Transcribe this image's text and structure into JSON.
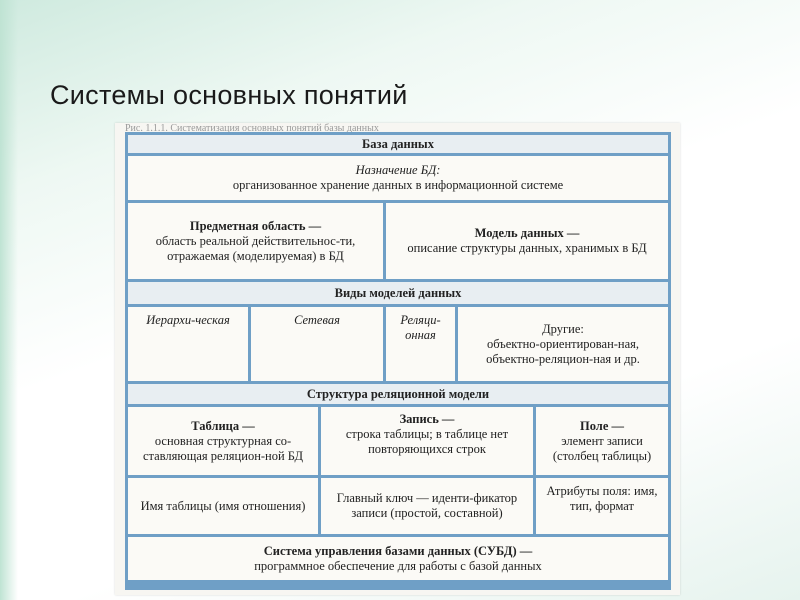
{
  "slide": {
    "title": "Системы основных понятий"
  },
  "scan": {
    "faded_text": "Рис. 1.1.1. Систематизация основных понятий базы данных"
  },
  "diagram": {
    "header": "База данных",
    "purpose": {
      "title": "Назначение БД:",
      "text": "организованное хранение данных в информационной системе"
    },
    "subject_area": {
      "title": "Предметная область —",
      "text": "область реальной действительнос-ти, отражаемая (моделируемая) в БД"
    },
    "data_model": {
      "title": "Модель данных —",
      "text": "описание структуры данных, хранимых в БД"
    },
    "model_types": {
      "header": "Виды моделей данных",
      "hierarchical": "Иерархи-ческая",
      "network": "Сетевая",
      "relational": "Реляци-онная",
      "other_title": "Другие:",
      "other_text": "объектно-ориентирован-ная, объектно-реляцион-ная и др."
    },
    "relational_structure": {
      "header": "Структура реляционной модели",
      "table_title": "Таблица —",
      "table_text": "основная структурная со-ставляющая реляцион-ной БД",
      "record_title": "Запись —",
      "record_text": "строка таблицы; в таблице нет повторяющихся строк",
      "field_title": "Поле —",
      "field_text": "элемент записи (столбец таблицы)",
      "table_name": "Имя таблицы (имя отношения)",
      "primary_key": "Главный ключ — иденти-фикатор записи (простой, составной)",
      "field_attributes": "Атрибуты поля: имя, тип, формат"
    },
    "dbms": {
      "title": "Система управления базами данных (СУБД) —",
      "text": "программное обеспечение для работы с базой данных"
    }
  }
}
